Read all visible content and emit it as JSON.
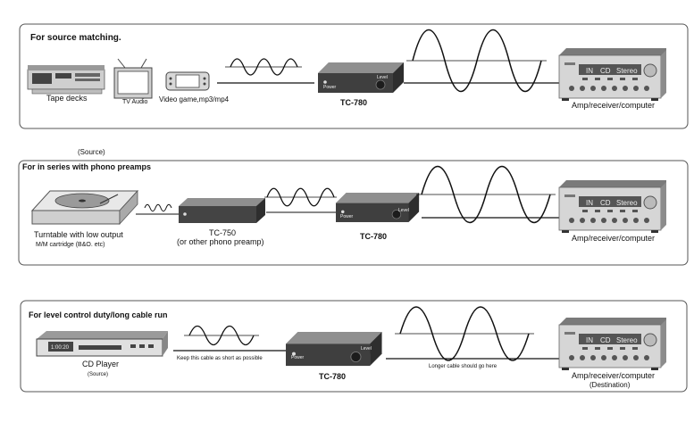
{
  "panels": [
    {
      "heading": "For source matching.",
      "labels": {
        "tape": "Tape decks",
        "tv": "TV Audio",
        "game": "Video game,mp3/mp4",
        "device": "TC-780",
        "device_power": "Power",
        "device_level": "Level",
        "amp": "Amp/receiver/computer"
      }
    },
    {
      "above_note": "(Source)",
      "heading": "For in series with phono preamps",
      "labels": {
        "turntable": "Turntable with low output",
        "turntable_sub": "M/M cartridge (B&O. etc)",
        "preamp": "TC-750",
        "preamp_sub": "(or other phono preamp)",
        "device": "TC-780",
        "device_power": "Power",
        "device_level": "Level",
        "amp": "Amp/receiver/computer"
      }
    },
    {
      "heading": "For level control duty/long cable run",
      "labels": {
        "cd": "CD Player",
        "cd_sub": "(Source)",
        "cd_display": "1:00:20",
        "short_cable": "Keep this cable as short as possible",
        "device": "TC-780",
        "device_power": "Power",
        "device_level": "Level",
        "long_cable": "Longer cable should go here",
        "amp": "Amp/receiver/computer",
        "amp_sub": "(Destination)"
      }
    }
  ],
  "amp_display": [
    "IN",
    "CD",
    "Stereo"
  ],
  "colors": {
    "border": "#555555",
    "device_body": "#4a4a4a",
    "device_top": "#8a8a8a",
    "amp_face": "#d9d9d9",
    "amp_display": "#555555"
  }
}
